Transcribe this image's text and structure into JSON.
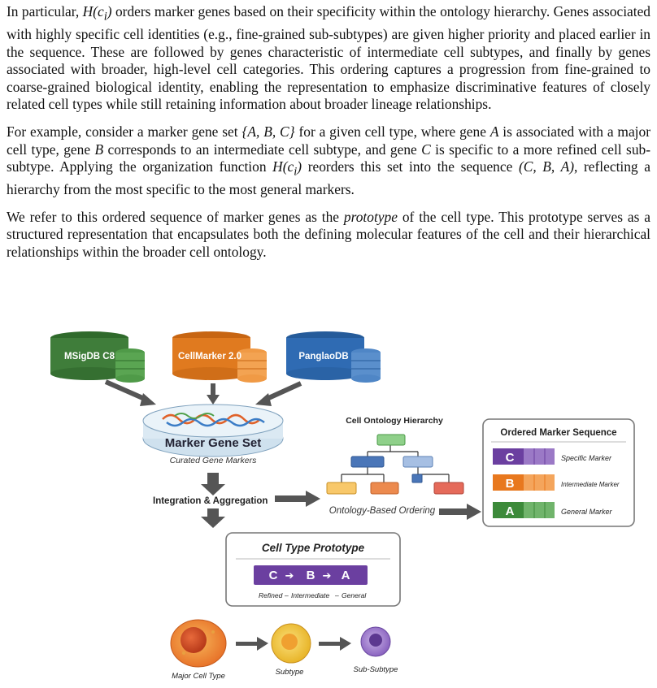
{
  "paragraphs": {
    "p1": {
      "pre": "In particular, ",
      "math1": "H(c",
      "math1_sub": "i",
      "math1_end": ")",
      "post": " orders marker genes based on their specificity within the ontology hierarchy. Genes associated with highly specific cell identities (e.g., fine-grained sub-subtypes) are given higher priority and placed earlier in the sequence. These are followed by genes characteristic of intermediate cell subtypes, and finally by genes associated with broader, high-level cell categories. This ordering captures a progression from fine-grained to coarse-grained biological identity, enabling the representation to emphasize discriminative features of closely related cell types while still retaining information about broader lineage relationships."
    },
    "p2": {
      "t1": "For example, consider a marker gene set ",
      "set": "{A, B, C}",
      "t2": " for a given cell type, where gene ",
      "gA": "A",
      "t3": " is associated with a major cell type, gene ",
      "gB": "B",
      "t4": " corresponds to an intermediate cell subtype, and gene ",
      "gC": "C",
      "t5": " is specific to a more refined cell sub-subtype. Applying the organization function ",
      "fn": "H(c",
      "fn_sub": "i",
      "fn_end": ")",
      "t6": " reorders this set into the sequence ",
      "seq": "(C, B, A)",
      "t7": ", reflecting a hierarchy from the most specific to the most general markers."
    },
    "p3": {
      "t1": "We refer to this ordered sequence of marker genes as the ",
      "em": "prototype",
      "t2": " of the cell type. This prototype serves as a structured representation that encapsulates both the defining molecular features of the cell and their hierarchical relationships within the broader cell ontology."
    }
  },
  "figure": {
    "databases": [
      "MSigDB C8",
      "CellMarker 2.0",
      "PanglaoDB"
    ],
    "db_colors": [
      "#3f7d3a",
      "#e07a1f",
      "#2f6bb3"
    ],
    "marker_gene_set": "Marker Gene Set",
    "curated_gene_markers": "Curated Gene Markers",
    "integration": "Integration & Aggregation",
    "ontology_title": "Cell Ontology Hierarchy",
    "ontology_ordering": "Ontology-Based Ordering",
    "ordered_title": "Ordered Marker Sequence",
    "markers": [
      {
        "letter": "C",
        "label": "Specific Marker",
        "color": "#6b3fa0"
      },
      {
        "letter": "B",
        "label": "Intermediate Marker",
        "color": "#e8781e"
      },
      {
        "letter": "A",
        "label": "General Marker",
        "color": "#3c8a3a"
      }
    ],
    "prototype_title": "Cell Type Prototype",
    "prototype_seq": [
      "C",
      "B",
      "A"
    ],
    "prototype_caption": [
      "Refined",
      "Intermediate",
      "General"
    ],
    "cells": [
      "Major Cell Type",
      "Subtype",
      "Sub-Subtype"
    ]
  }
}
